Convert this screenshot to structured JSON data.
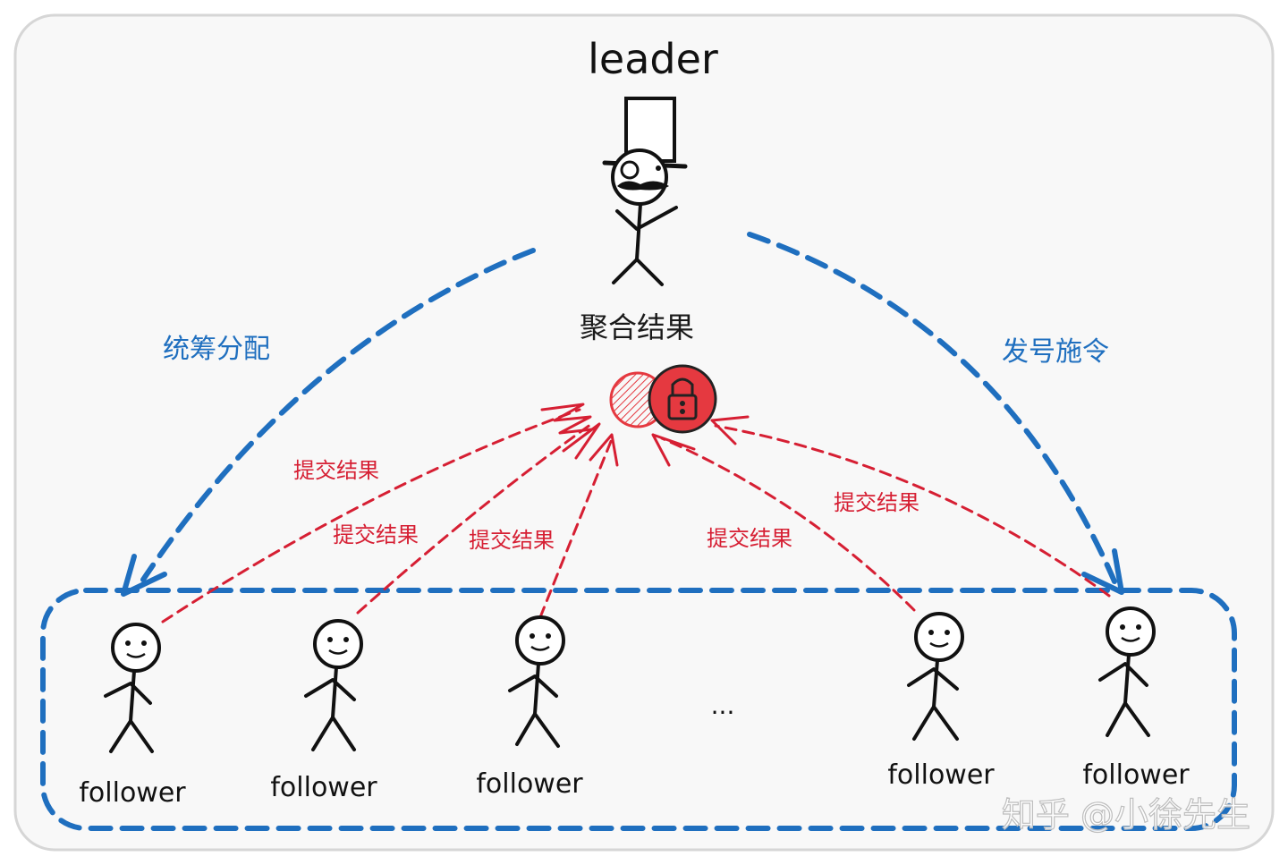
{
  "diagram": {
    "leader_label": "leader",
    "aggregate_label": "聚合结果",
    "left_arrow_label": "统筹分配",
    "right_arrow_label": "发号施令",
    "submit_labels": [
      "提交结果",
      "提交结果",
      "提交结果",
      "提交结果",
      "提交结果"
    ],
    "followers": [
      "follower",
      "follower",
      "follower",
      "follower",
      "follower"
    ],
    "ellipsis": "...",
    "watermark": "知乎 @小徐先生"
  },
  "colors": {
    "blue": "#1f6fbf",
    "red": "#d61f33",
    "lock_red": "#e53940",
    "ink": "#111111",
    "frame": "#f8f8f8"
  },
  "icons": [
    "top-hat-icon",
    "monocle-icon",
    "lock-icon",
    "stick-figure-icon"
  ]
}
